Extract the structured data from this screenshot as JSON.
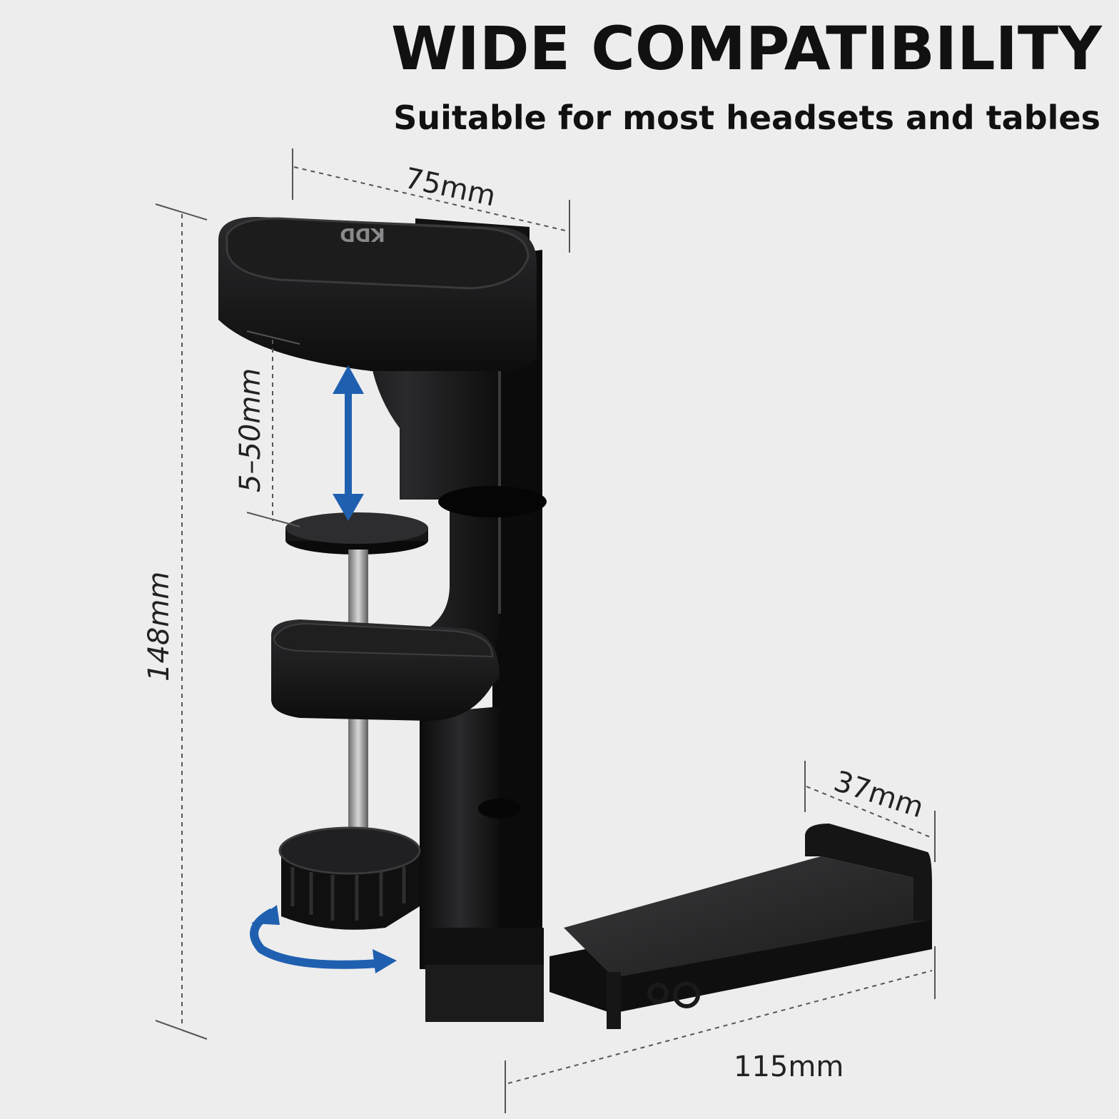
{
  "headline": "WIDE COMPATIBILITY",
  "subline": "Suitable for most headsets and tables",
  "logo_text": "KDD",
  "dimensions": {
    "top_width": "75mm",
    "height": "148mm",
    "clamp_range": "5–50mm",
    "hook_width": "37mm",
    "hook_length": "115mm"
  },
  "colors": {
    "background": "#ededee",
    "product": "#151516",
    "accent_arrow": "#1f5fb0"
  },
  "icons": [
    "vertical-adjust-arrow-icon",
    "rotate-arrow-icon"
  ]
}
